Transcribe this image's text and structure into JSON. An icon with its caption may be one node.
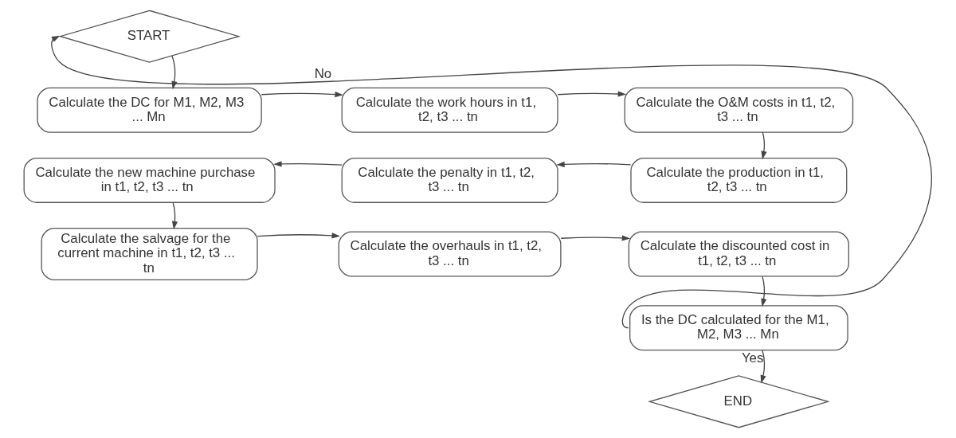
{
  "diagram": {
    "nodes": [
      {
        "text": [
          "START"
        ]
      },
      {
        "text": [
          "Calculate the DC for M1, M2, M3 ... Mn"
        ]
      },
      {
        "text": [
          "Calculate the work hours in t1, t2, t3 ... tn"
        ]
      },
      {
        "text": [
          "Calculate the O&M costs in t1, t2, t3 ... tn"
        ]
      },
      {
        "text": [
          "Calculate the production in t1, t2, t3 ... tn"
        ]
      },
      {
        "text": [
          "Calculate the penalty in t1, t2, t3 ... tn"
        ]
      },
      {
        "text": [
          "Calculate the new machine purchase in t1, t2, t3 ... tn"
        ]
      },
      {
        "text": [
          "Calculate the salvage for the current machine in t1, t2, t3 ... tn"
        ]
      },
      {
        "text": [
          "Calculate the overhauls in t1, t2, t3 ... tn"
        ]
      },
      {
        "text": [
          "Calculate the discounted cost in t1, t2, t3 ... tn"
        ]
      },
      {
        "text": [
          "Is the DC calculated for the M1, M2, M3 ... Mn"
        ]
      },
      {
        "text": [
          "END"
        ]
      }
    ],
    "edges": [
      {
        "from": 0,
        "to": 1,
        "arrow": "to"
      },
      {
        "from": 1,
        "to": 2,
        "arrow": "to"
      },
      {
        "from": 2,
        "to": 3,
        "arrow": "to"
      },
      {
        "from": 3,
        "to": 4,
        "arrow": "to"
      },
      {
        "from": 4,
        "to": 5,
        "arrow": "to"
      },
      {
        "from": 5,
        "to": 6,
        "arrow": "to"
      },
      {
        "from": 6,
        "to": 7,
        "arrow": "to"
      },
      {
        "from": 7,
        "to": 8,
        "arrow": "to"
      },
      {
        "from": 8,
        "to": 9,
        "arrow": "to"
      },
      {
        "from": 9,
        "to": 10,
        "arrow": "to"
      },
      {
        "from": 10,
        "to": 0,
        "label": "No",
        "arrow": "to"
      },
      {
        "from": 10,
        "to": 11,
        "label": "Yes",
        "arrow": "to"
      }
    ]
  }
}
